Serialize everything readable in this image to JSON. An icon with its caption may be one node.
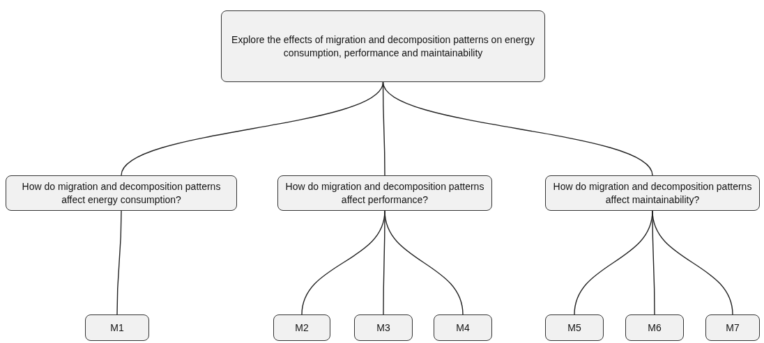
{
  "diagram": {
    "nodes": [
      {
        "text": [
          "Explore the effects of migration and decomposition patterns on energy consumption, performance and maintainability"
        ]
      },
      {
        "text": [
          "How do migration and decomposition patterns affect energy consumption?"
        ]
      },
      {
        "text": [
          "How do migration and decomposition patterns affect performance?"
        ]
      },
      {
        "text": [
          "How do migration and decomposition patterns affect maintainability?"
        ]
      },
      {
        "text": [
          "M1"
        ]
      },
      {
        "text": [
          "M2"
        ]
      },
      {
        "text": [
          "M3"
        ]
      },
      {
        "text": [
          "M4"
        ]
      },
      {
        "text": [
          "M5"
        ]
      },
      {
        "text": [
          "M6"
        ]
      },
      {
        "text": [
          "M7"
        ]
      }
    ],
    "edges": [
      {
        "from": 0,
        "to": 1,
        "arrow": "none"
      },
      {
        "from": 0,
        "to": 2,
        "arrow": "none"
      },
      {
        "from": 0,
        "to": 3,
        "arrow": "none"
      },
      {
        "from": 1,
        "to": 4,
        "arrow": "none"
      },
      {
        "from": 2,
        "to": 5,
        "arrow": "none"
      },
      {
        "from": 2,
        "to": 6,
        "arrow": "none"
      },
      {
        "from": 2,
        "to": 7,
        "arrow": "none"
      },
      {
        "from": 3,
        "to": 8,
        "arrow": "none"
      },
      {
        "from": 3,
        "to": 9,
        "arrow": "none"
      },
      {
        "from": 3,
        "to": 10,
        "arrow": "none"
      }
    ]
  }
}
